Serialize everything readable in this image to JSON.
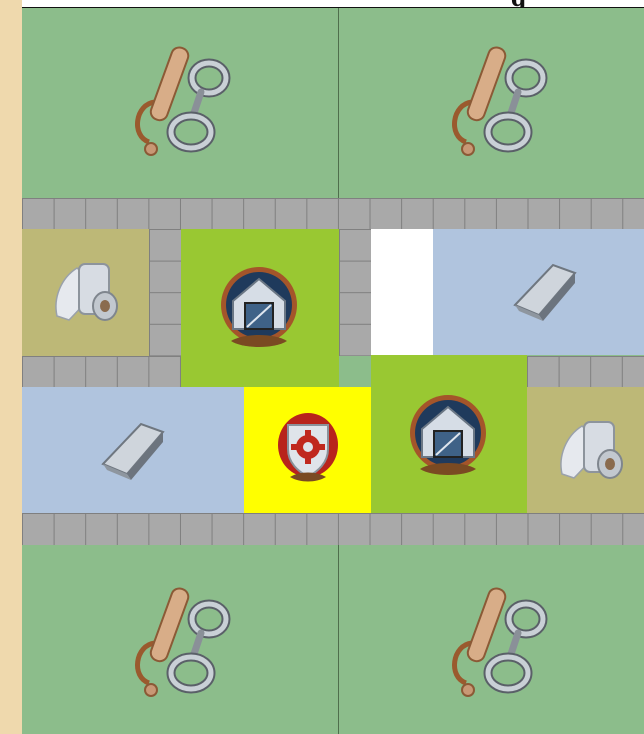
{
  "header": {
    "title_fragment": "g"
  },
  "colors": {
    "lot": "#8cbd8b",
    "road": "#a9a9a9",
    "road_line": "#7f7f7f",
    "olive": "#bdb877",
    "lime": "#99c832",
    "steel_blue": "#b0c4de",
    "yellow": "#ffff00",
    "white": "#ffffff",
    "sidebar": "#efd9ad"
  },
  "tiles": [
    {
      "name": "lot-top-left",
      "kind": "lot",
      "icon": "bat-and-key-icon"
    },
    {
      "name": "lot-top-right",
      "kind": "lot",
      "icon": "bat-and-key-icon"
    },
    {
      "name": "tile-fabric-roll",
      "kind": "olive",
      "icon": "fabric-roll-icon"
    },
    {
      "name": "tile-warehouse",
      "kind": "lime",
      "icon": "warehouse-icon"
    },
    {
      "name": "tile-empty",
      "kind": "white",
      "icon": ""
    },
    {
      "name": "tile-metal-ingot",
      "kind": "steel_blue",
      "icon": "metal-ingot-icon"
    },
    {
      "name": "tile-metal-ingot-2",
      "kind": "steel_blue",
      "icon": "metal-ingot-icon"
    },
    {
      "name": "tile-gear-shield",
      "kind": "yellow",
      "icon": "gear-shield-icon"
    },
    {
      "name": "tile-warehouse-2",
      "kind": "lime",
      "icon": "warehouse-icon"
    },
    {
      "name": "tile-fabric-roll-2",
      "kind": "olive",
      "icon": "fabric-roll-icon"
    },
    {
      "name": "lot-bottom-left",
      "kind": "lot",
      "icon": "bat-and-key-icon"
    },
    {
      "name": "lot-bottom-right",
      "kind": "lot",
      "icon": "bat-and-key-icon"
    }
  ]
}
